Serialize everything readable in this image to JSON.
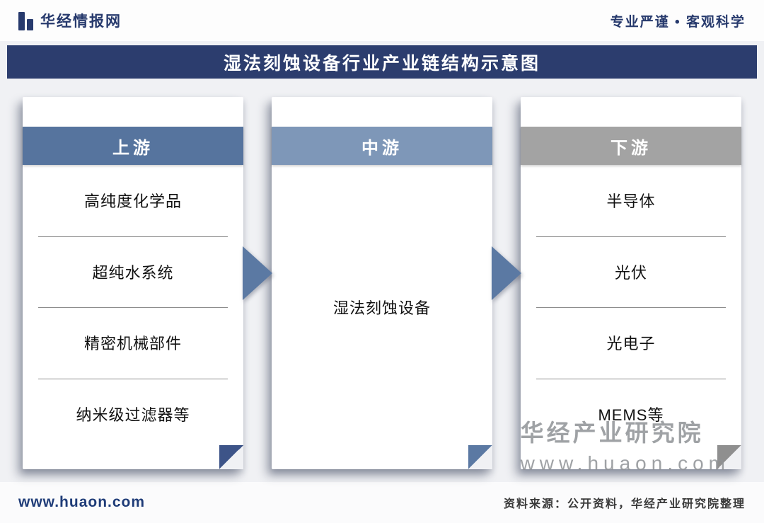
{
  "header": {
    "logo": "华经情报网",
    "tagline": "专业严谨 • 客观科学"
  },
  "banner": {
    "title": "湿法刻蚀设备行业产业链结构示意图"
  },
  "chain": {
    "columns": [
      {
        "stage": "上游",
        "band_color": "#56749e",
        "items": [
          "高纯度化学品",
          "超纯水系统",
          "精密机械部件",
          "纳米级过滤器等"
        ]
      },
      {
        "stage": "中游",
        "band_color": "#7e97b8",
        "items": [
          "湿法刻蚀设备"
        ]
      },
      {
        "stage": "下游",
        "band_color": "#a3a3a3",
        "items": [
          "半导体",
          "光伏",
          "光电子",
          "MEMS等"
        ]
      }
    ]
  },
  "watermark": {
    "line1": "华经产业研究院",
    "line2": "www.huaon.com"
  },
  "footer": {
    "site": "www.huaon.com",
    "source": "资料来源：公开资料，华经产业研究院整理"
  },
  "colors": {
    "banner_bg": "#2c3d6e",
    "accent_navy": "#273a6d",
    "arrow": "#5b79a3",
    "upstream_band": "#56749e",
    "midstream_band": "#7e97b8",
    "downstream_band": "#a3a3a3",
    "section_bg": "#f0f1f4"
  }
}
